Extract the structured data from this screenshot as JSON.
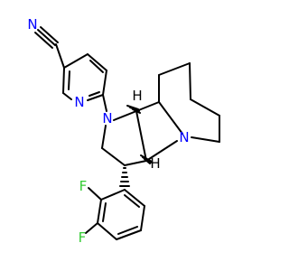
{
  "molecule": {
    "atoms": {
      "nitrile_n": {
        "text": "N",
        "color": "#0000ff"
      },
      "pyridine_n": {
        "text": "N",
        "color": "#0000ff"
      },
      "pyrrolidine_n": {
        "text": "N",
        "color": "#0000ff"
      },
      "bridgehead_n": {
        "text": "N",
        "color": "#0000ff"
      },
      "fluoro_1": {
        "text": "F",
        "color": "#33cc33"
      },
      "fluoro_2": {
        "text": "F",
        "color": "#33cc33"
      },
      "stereo_h_1": {
        "text": "H",
        "color": "#000000"
      },
      "stereo_h_2": {
        "text": "H",
        "color": "#000000"
      }
    },
    "colors": {
      "bond": "#000000",
      "nitrogen": "#0000ff",
      "fluorine": "#33cc33"
    }
  }
}
